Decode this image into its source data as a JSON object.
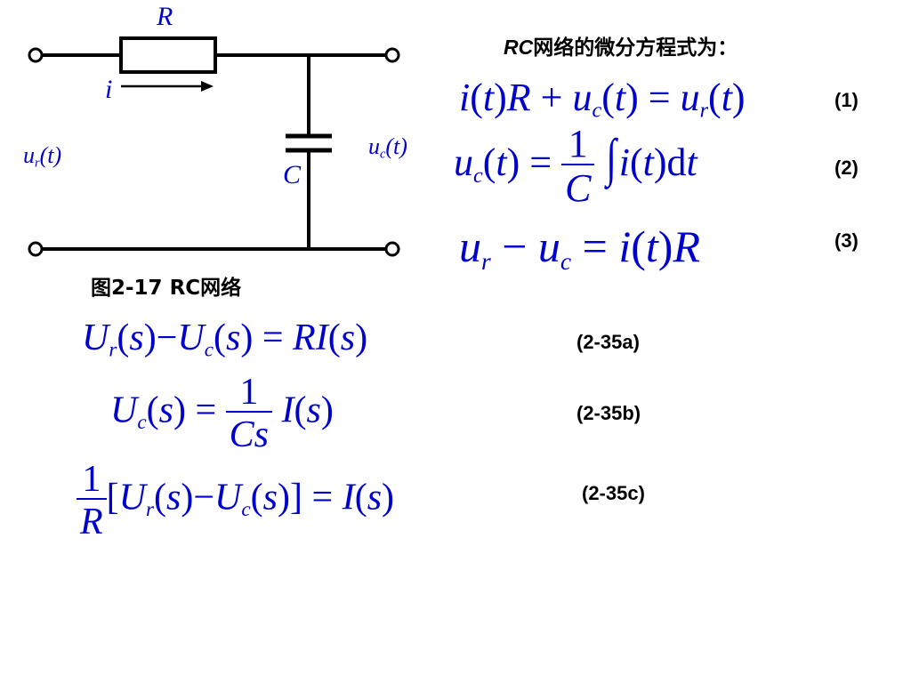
{
  "circuit": {
    "resistor_label": "R",
    "current_label": "i",
    "input_voltage_label": "u_r(t)",
    "capacitor_voltage_label": "u_c(t)",
    "capacitor_label": "C",
    "caption": "图2-17   RC网络",
    "colors": {
      "labels": "#0000cc",
      "wires": "#000000"
    }
  },
  "heading": "RC网络的微分方程式为：",
  "equations": [
    {
      "id": "1",
      "tag": "(1)",
      "text": "i(t)R + u_c(t) = u_r(t)"
    },
    {
      "id": "2",
      "tag": "(2)",
      "text": "u_c(t) = (1/C) ∫ i(t) dt"
    },
    {
      "id": "3",
      "tag": "(3)",
      "text": "u_r − u_c = i(t)R"
    }
  ],
  "laplace": [
    {
      "tag": "(2-35a)",
      "text": "U_r(s) − U_c(s) = RI(s)"
    },
    {
      "tag": "(2-35b)",
      "text": "U_c(s) = (1/Cs) I(s)"
    },
    {
      "tag": "(2-35c)",
      "text": "(1/R)[U_r(s) − U_c(s)] = I(s)"
    }
  ]
}
